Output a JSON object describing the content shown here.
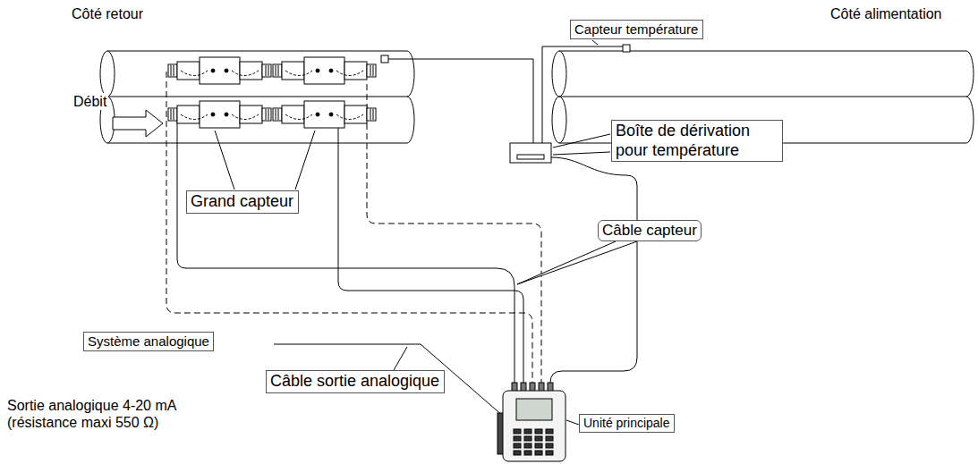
{
  "diagram": {
    "nodes": [
      {
        "text": [
          "Capteur température"
        ]
      },
      {
        "text": [
          "Boîte de dérivation pour température"
        ]
      },
      {
        "text": [
          "Grand capteur"
        ]
      },
      {
        "text": [
          "Câble capteur"
        ]
      },
      {
        "text": [
          "Système analogique"
        ]
      },
      {
        "text": [
          "Câble sortie analogique"
        ]
      },
      {
        "text": [
          "Unité principale"
        ]
      }
    ],
    "labels": [
      "Côté retour",
      "Côté alimentation",
      "Débit",
      "Sortie analogique 4-20 mA (résistance maxi 550 Ω)"
    ]
  }
}
